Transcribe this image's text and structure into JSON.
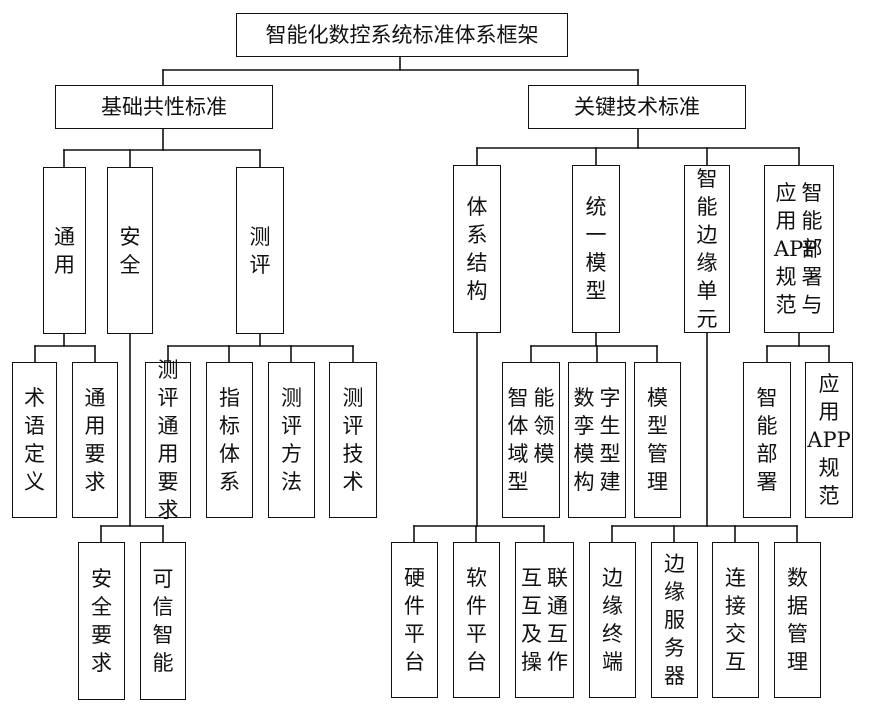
{
  "root": "智能化数控系统标准体系框架",
  "groups": [
    {
      "title": "基础共性标准",
      "children": [
        {
          "label": "通\n用",
          "children": [
            {
              "label": "术\n语\n定\n义"
            },
            {
              "label": "通\n用\n要\n求"
            }
          ]
        },
        {
          "label": "安\n全",
          "children": [
            {
              "label": "安\n全\n要\n求"
            },
            {
              "label": "可\n信\n智\n能"
            }
          ]
        },
        {
          "label": "测\n评",
          "children": [
            {
              "label": "测\n评\n通\n用\n要\n求"
            },
            {
              "label": "指\n标\n体\n系"
            },
            {
              "label": "测\n评\n方\n法"
            },
            {
              "label": "测\n评\n技\n术"
            }
          ]
        }
      ]
    },
    {
      "title": "关键技术标准",
      "children": [
        {
          "label": "体\n系\n结\n构",
          "children": [
            {
              "label": "硬\n件\n平\n台"
            },
            {
              "label": "软\n件\n平\n台"
            },
            {
              "label": [
                "互\n互\n及\n操",
                "联\n通\n互\n作"
              ]
            }
          ]
        },
        {
          "label": "统\n一\n模\n型",
          "children": [
            {
              "label": [
                "智\n体\n域\n型",
                "能\n领\n模"
              ]
            },
            {
              "label": [
                "数\n孪\n模\n构",
                "字\n生\n型\n建"
              ]
            },
            {
              "label": "模\n型\n管\n理"
            }
          ]
        },
        {
          "label": "智\n能\n边\n缘\n单\n元",
          "children": [
            {
              "label": "边\n缘\n终\n端"
            },
            {
              "label": "边\n缘\n服\n务\n器"
            },
            {
              "label": "连\n接\n交\n互"
            },
            {
              "label": "数\n据\n管\n理"
            }
          ]
        },
        {
          "label": [
            "应\n用\nAPP\n规\n范",
            "智\n能\n部\n署\n与"
          ],
          "children": [
            {
              "label": "智\n能\n部\n署"
            },
            {
              "label": "应\n用\nAPP\n规\n范"
            }
          ]
        }
      ]
    }
  ]
}
